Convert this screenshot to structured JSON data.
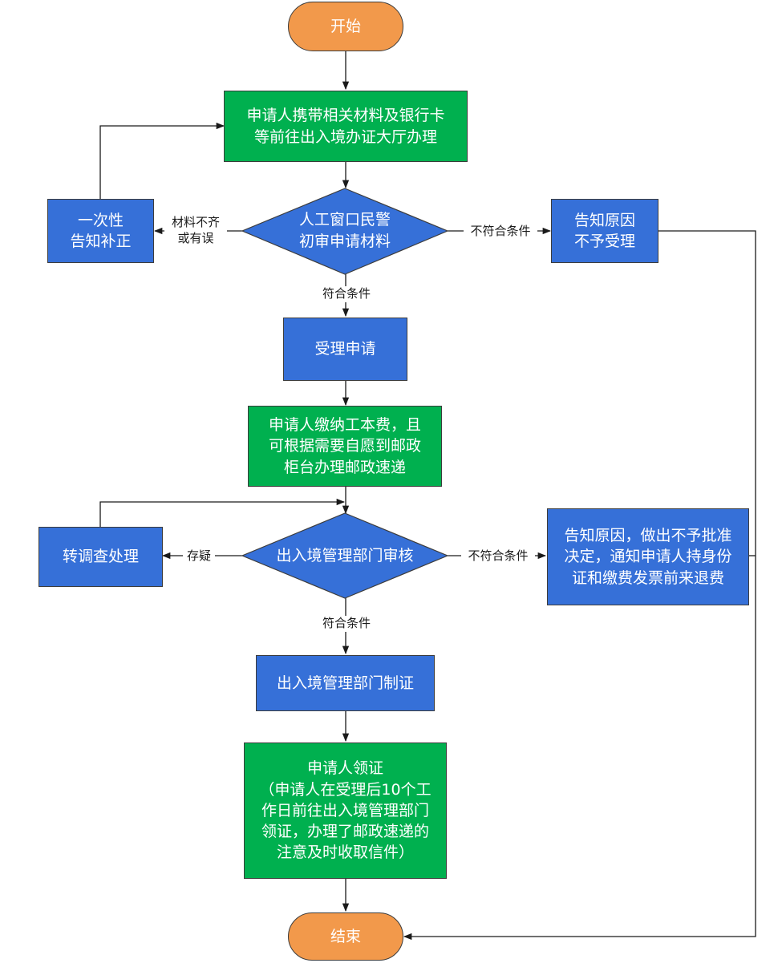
{
  "nodes": {
    "start": "开始",
    "step1": [
      "申请人携带相关材料及银行卡",
      "等前往出入境办证大厅办理"
    ],
    "decision1": [
      "人工窗口民警",
      "初审申请材料"
    ],
    "notify_fix": [
      "一次性",
      "告知补正"
    ],
    "reject1": [
      "告知原因",
      "不予受理"
    ],
    "accept": "受理申请",
    "pay": [
      "申请人缴纳工本费，且",
      "可根据需要自愿到邮政",
      "柜台办理邮政速递"
    ],
    "decision2": "出入境管理部门审核",
    "investigate": "转调查处理",
    "reject2": [
      "告知原因，做出不予批准",
      "决定，通知申请人持身份",
      "证和缴费发票前来退费"
    ],
    "make_cert": "出入境管理部门制证",
    "collect": [
      "申请人领证",
      "（申请人在受理后10个工",
      "作日前往出入境管理部门",
      "领证，办理了邮政速递的",
      "注意及时收取信件）"
    ],
    "end": "结束"
  },
  "edge_labels": {
    "material_incomplete": [
      "材料不齐",
      "或有误"
    ],
    "not_qualified_1": "不符合条件",
    "qualified_1": "符合条件",
    "doubt": "存疑",
    "not_qualified_2": "不符合条件",
    "qualified_2": "符合条件"
  },
  "colors": {
    "terminal_fill": "#f2994b",
    "process_green": "#00b04f",
    "process_blue": "#3670d8",
    "line": "#1a1a1a"
  }
}
